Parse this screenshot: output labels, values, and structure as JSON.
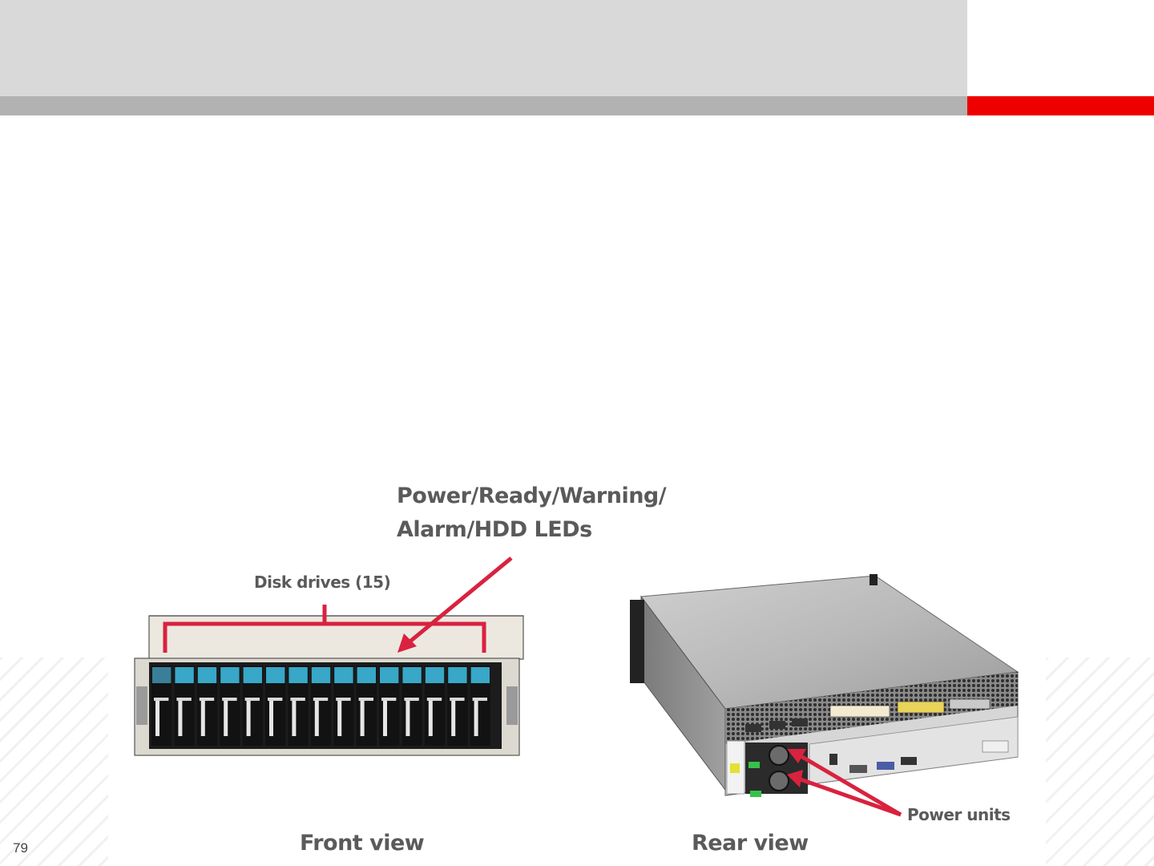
{
  "slide": {
    "page_number": "79",
    "accent_color": "#ee0000",
    "header_color": "#d9d9d9",
    "header_bar_color": "#b2b2b2"
  },
  "figure": {
    "leds_label_line1": "Power/Ready/Warning/",
    "leds_label_line2": "Alarm/HDD LEDs",
    "disk_drives_label": "Disk drives (15)",
    "power_units_label": "Power units",
    "front_view_caption": "Front view",
    "rear_view_caption": "Rear view",
    "arrow_color": "#d9223f"
  }
}
